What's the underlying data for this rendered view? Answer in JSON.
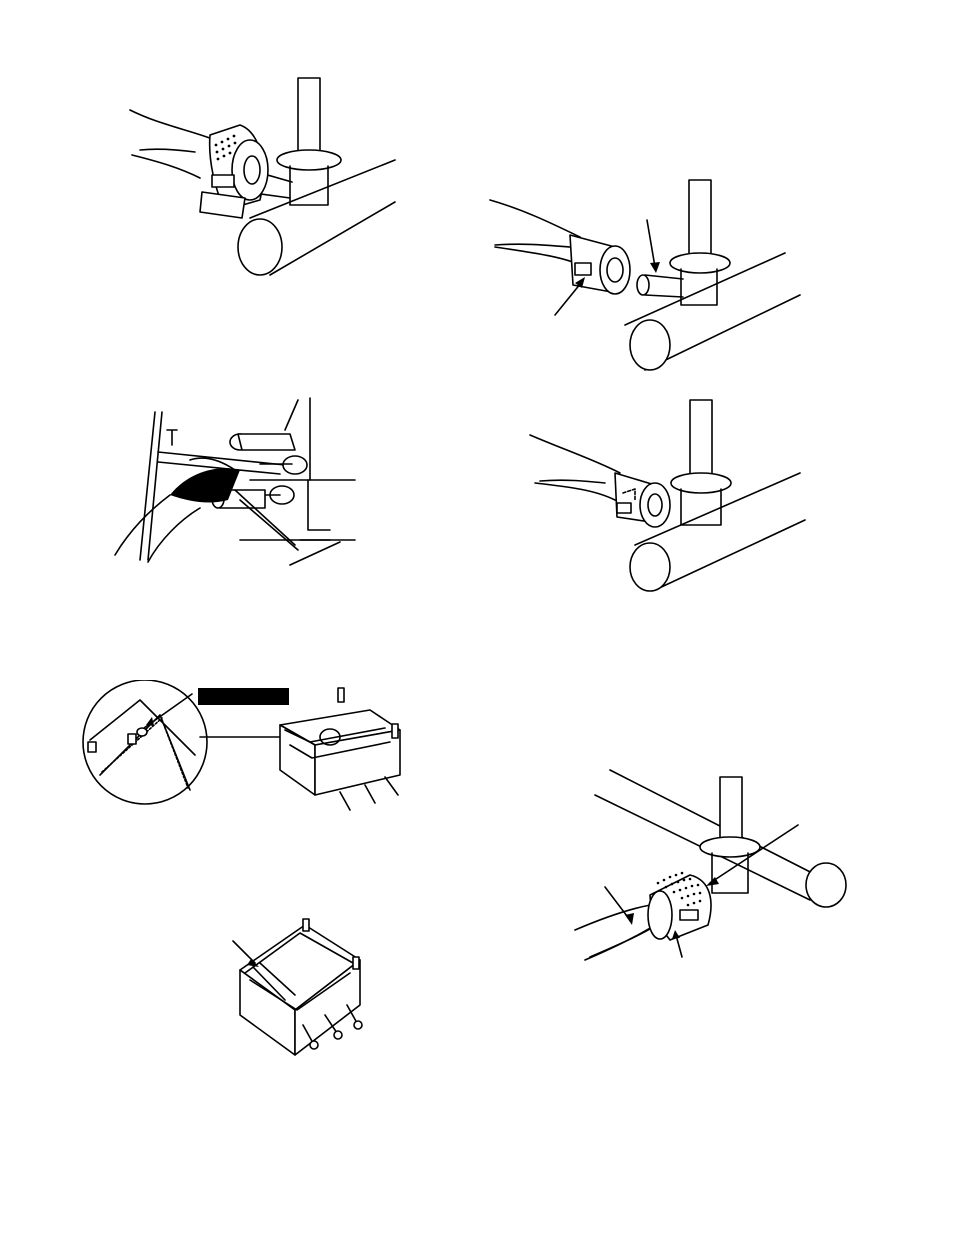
{
  "page": {
    "figures": [
      "fig-remove-air-shutter",
      "fig-burner-orifice-alignment",
      "fig-remove-burners",
      "fig-burner-installed",
      "fig-burner-tray-detail",
      "fig-air-shutter-installed",
      "fig-burner-tray"
    ]
  },
  "callouts": {
    "tray_label_box": ""
  }
}
